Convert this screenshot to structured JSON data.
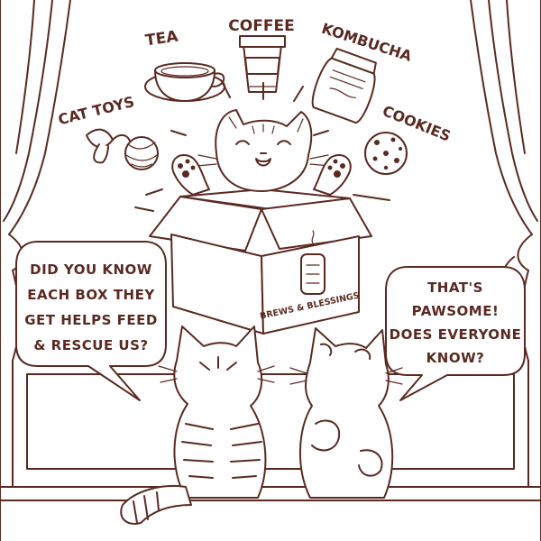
{
  "items": {
    "tea": "TEA",
    "coffee": "COFFEE",
    "kombucha": "KOMBUCHA",
    "cat_toys": "CAT TOYS",
    "cookies": "COOKIES"
  },
  "box": {
    "brand": "BREWS & BLESSINGS"
  },
  "bubbles": {
    "left": [
      "DID YOU KNOW",
      "EACH BOX THEY",
      "GET HELPS FEED",
      "& RESCUE US?"
    ],
    "right": [
      "THAT'S",
      "PAWSOME!",
      "DOES EVERYONE",
      "KNOW?"
    ]
  },
  "colors": {
    "ink": "#5a2a22",
    "background": "#ffffff"
  }
}
